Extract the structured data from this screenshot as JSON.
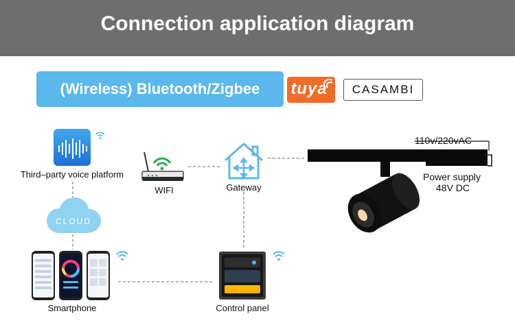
{
  "header": {
    "title": "Connection application diagram"
  },
  "banner": {
    "text": "(Wireless) Bluetooth/Zigbee"
  },
  "brands": {
    "tuya": "tuya",
    "casambi": "CASAMBI"
  },
  "nodes": {
    "voice_platform": "Third–party voice platform",
    "wifi": "WIFI",
    "gateway": "Gateway",
    "cloud": "CLOUD",
    "smartphone": "Smartphone",
    "control_panel": "Control panel"
  },
  "power": {
    "input": "110v/220vAC",
    "supply_label": "Power supply",
    "supply_value": "48V DC"
  },
  "colors": {
    "header_bg": "#6e6e6e",
    "banner_bg": "#5ab8ec",
    "tuya_bg": "#f26b28",
    "wifi_icon": "#4fb6e6",
    "router_signal": "#2daa4a",
    "connector": "#9a9a9a"
  }
}
